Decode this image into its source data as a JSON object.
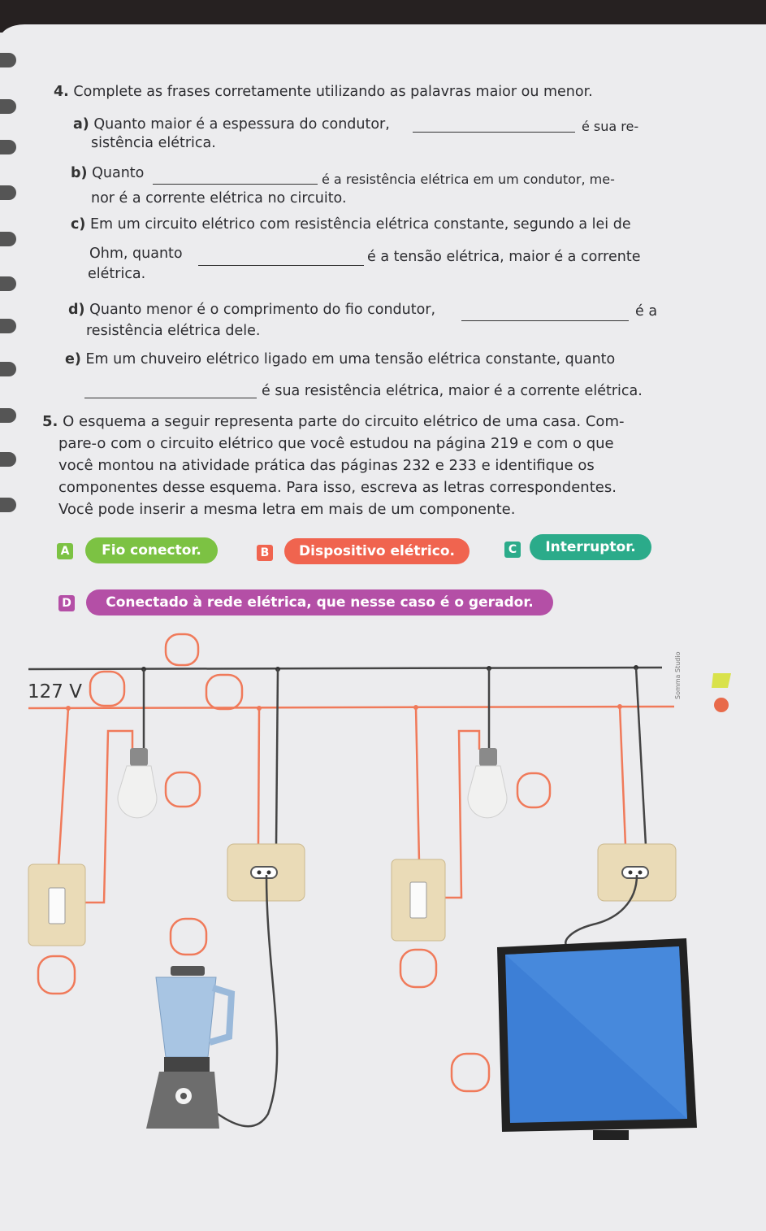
{
  "q4": {
    "number": "4.",
    "statement": "Complete as frases corretamente utilizando as palavras maior ou menor.",
    "a": {
      "label": "a)",
      "line1": "Quanto maior é a espessura do condutor,",
      "line1_end": "é sua re-",
      "line2": "sistência elétrica."
    },
    "b": {
      "label": "b)",
      "line1": "Quanto",
      "line1_end": "é a resistência elétrica em um condutor, me-",
      "line2": "nor é a corrente elétrica no circuito."
    },
    "c": {
      "label": "c)",
      "line1": "Em um circuito elétrico com resistência elétrica constante, segundo a lei de",
      "line2": "Ohm, quanto",
      "line2_end": "é a tensão elétrica, maior é a corrente",
      "line3": "elétrica."
    },
    "d": {
      "label": "d)",
      "line1": "Quanto menor é o comprimento do fio condutor,",
      "line1_end": "é a",
      "line2": "resistência elétrica dele."
    },
    "e": {
      "label": "e)",
      "line1": "Em um chuveiro elétrico ligado em uma tensão elétrica constante, quanto",
      "line2_end": "é sua resistência elétrica, maior é a corrente elétrica."
    }
  },
  "q5": {
    "number": "5.",
    "lines": [
      "O esquema a seguir representa parte do circuito elétrico de uma casa. Com-",
      "pare-o com o circuito elétrico que você estudou na página 219 e com o que",
      "você montou na atividade prática das páginas 232 e 233 e identifique os",
      "componentes desse esquema. Para isso, escreva as letras correspondentes.",
      "Você pode inserir a mesma letra em mais de um componente."
    ]
  },
  "options": [
    {
      "letter": "A",
      "text": "Fio conector.",
      "color": "#7cc243"
    },
    {
      "letter": "B",
      "text": "Dispositivo elétrico.",
      "color": "#f0644f"
    },
    {
      "letter": "C",
      "text": "Interruptor.",
      "color": "#2bab8a"
    },
    {
      "letter": "D",
      "text": "Conectado à rede elétrica, que nesse caso é o gerador.",
      "color": "#b44fa6"
    }
  ],
  "diagram": {
    "voltage_label": "127 V",
    "credit": "Somma Studio",
    "icons": [
      "light-bulb",
      "wall-switch",
      "power-outlet",
      "blender",
      "television"
    ]
  }
}
